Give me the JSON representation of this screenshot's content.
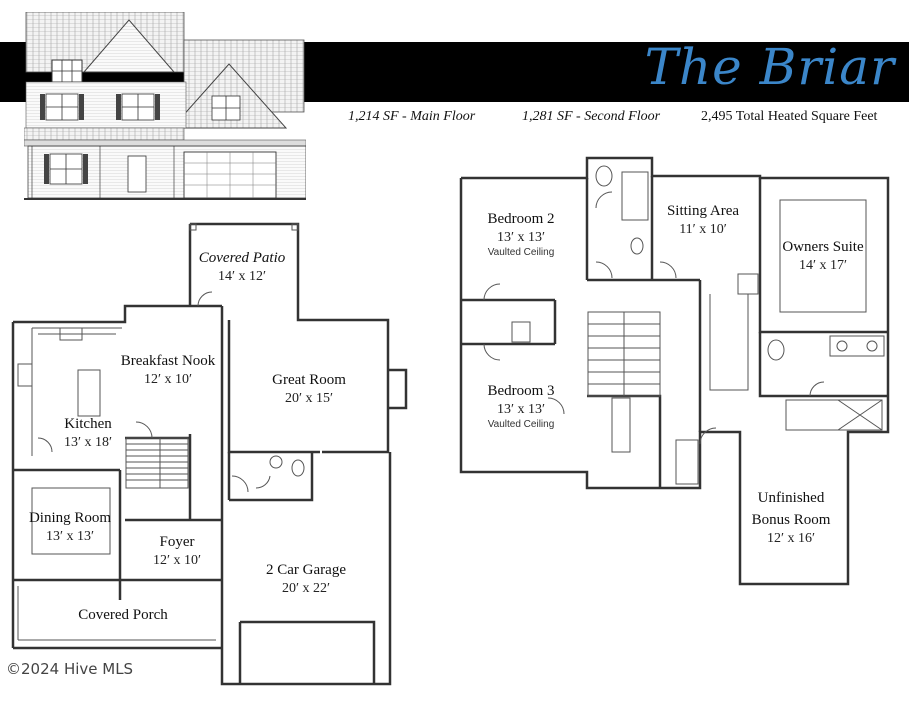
{
  "title": "The Briar",
  "square_footage": {
    "main_floor": "1,214 SF - Main Floor",
    "second_floor": "1,281 SF - Second Floor",
    "total": "2,495 Total Heated Square Feet"
  },
  "main_floor_rooms": [
    {
      "key": "patio",
      "name": "Covered Patio",
      "dims": "14′ x 12′"
    },
    {
      "key": "nook",
      "name": "Breakfast Nook",
      "dims": "12′ x 10′"
    },
    {
      "key": "great",
      "name": "Great Room",
      "dims": "20′ x 15′"
    },
    {
      "key": "kitchen",
      "name": "Kitchen",
      "dims": "13′ x 18′"
    },
    {
      "key": "dining",
      "name": "Dining Room",
      "dims": "13′ x 13′"
    },
    {
      "key": "foyer",
      "name": "Foyer",
      "dims": "12′ x 10′"
    },
    {
      "key": "garage",
      "name": "2 Car Garage",
      "dims": "20′ x 22′"
    },
    {
      "key": "porch",
      "name": "Covered Porch",
      "dims": ""
    }
  ],
  "second_floor_rooms": [
    {
      "key": "bed2",
      "name": "Bedroom 2",
      "dims": "13′ x 13′",
      "note": "Vaulted Ceiling"
    },
    {
      "key": "sitting",
      "name": "Sitting Area",
      "dims": "11′ x 10′",
      "note": ""
    },
    {
      "key": "owners",
      "name": "Owners Suite",
      "dims": "14′ x 17′",
      "note": ""
    },
    {
      "key": "bed3",
      "name": "Bedroom 3",
      "dims": "13′ x 13′",
      "note": "Vaulted Ceiling"
    },
    {
      "key": "bonus",
      "name": "Unfinished Bonus Room",
      "name_line1": "Unfinished",
      "name_line2": "Bonus Room",
      "dims": "12′ x 16′",
      "note": ""
    }
  ],
  "copyright": "©2024 Hive MLS",
  "colors": {
    "title": "#3b86c9",
    "banner": "#000000",
    "wall": "#333333"
  }
}
